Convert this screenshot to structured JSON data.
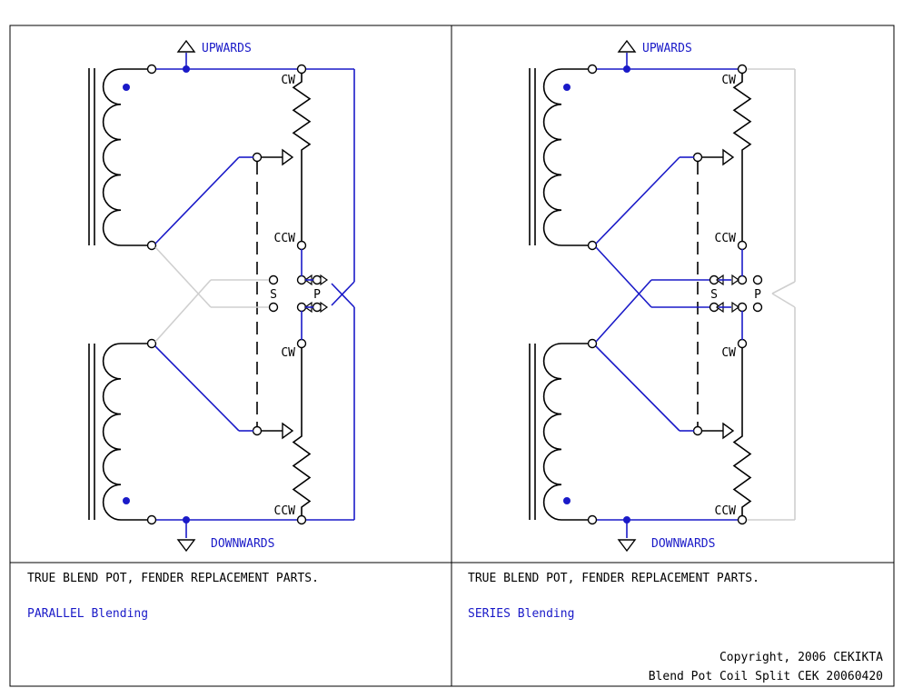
{
  "colors": {
    "active_wire": "#1a1ac8",
    "inactive_wire": "#cfcfcf",
    "component": "#000000",
    "border": "#000000"
  },
  "panels": [
    {
      "id": "parallel",
      "up_label": "UPWARDS",
      "down_label": "DOWNWARDS",
      "top_pot_cw": "CW",
      "top_pot_ccw": "CCW",
      "bottom_pot_cw": "CW",
      "bottom_pot_ccw": "CCW",
      "switch_s": "S",
      "switch_p": "P",
      "caption_line1": "TRUE BLEND POT, FENDER REPLACEMENT PARTS.",
      "caption_line2": "PARALLEL Blending",
      "mode": "parallel"
    },
    {
      "id": "series",
      "up_label": "UPWARDS",
      "down_label": "DOWNWARDS",
      "top_pot_cw": "CW",
      "top_pot_ccw": "CCW",
      "bottom_pot_cw": "CW",
      "bottom_pot_ccw": "CCW",
      "switch_s": "S",
      "switch_p": "P",
      "caption_line1": "TRUE BLEND POT, FENDER REPLACEMENT PARTS.",
      "caption_line2": "SERIES Blending",
      "mode": "series"
    }
  ],
  "copyright": "Copyright, 2006 CEKIKTA",
  "drawing_id": "Blend Pot Coil Split CEK 20060420",
  "icons": {
    "ground_up": "arrow-up-terminal-icon",
    "ground_down": "arrow-down-terminal-icon",
    "coil": "pickup-coil-icon",
    "pot": "potentiometer-icon",
    "switch": "spdt-switch-icon"
  }
}
